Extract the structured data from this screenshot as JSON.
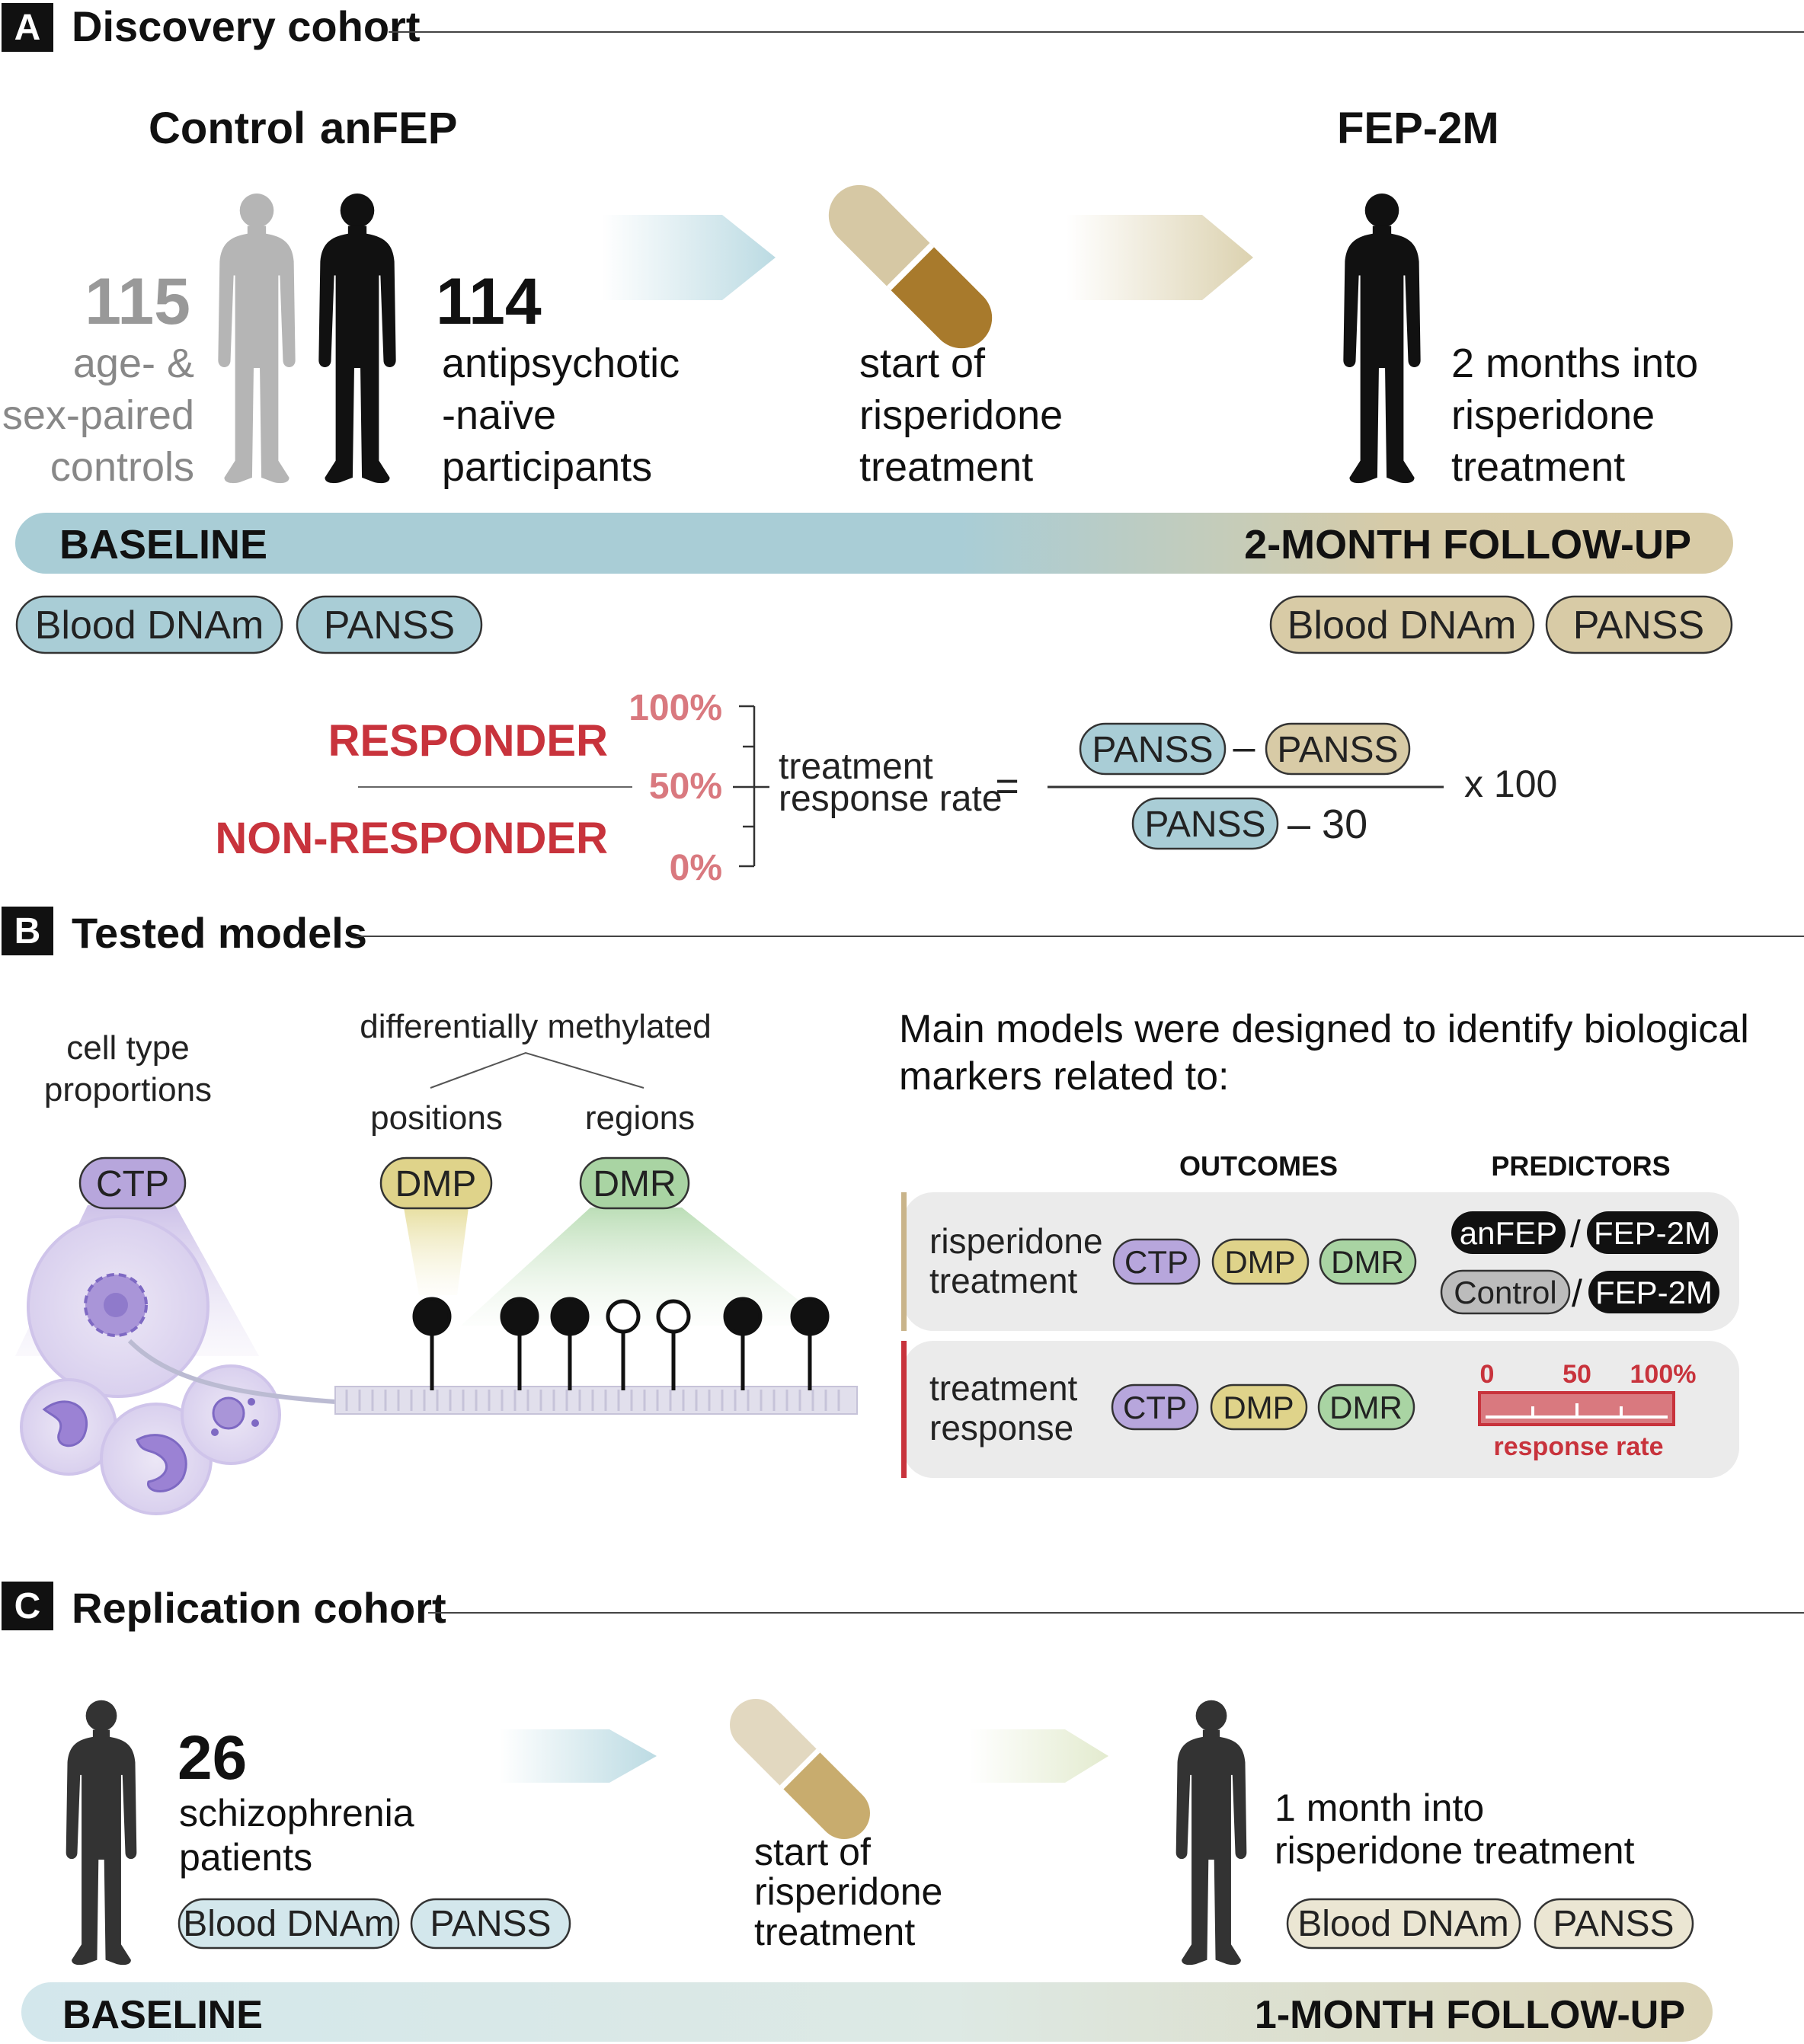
{
  "panelA": {
    "letter": "A",
    "title": "Discovery cohort",
    "group_control": "Control",
    "group_anfep": "anFEP",
    "group_fep2m": "FEP-2M",
    "control_count": "115",
    "control_desc": [
      "age- &",
      "sex-paired",
      "controls"
    ],
    "anfep_count": "114",
    "anfep_desc": [
      "antipsychotic",
      "-naïve",
      "participants"
    ],
    "start_desc": [
      "start of",
      "risperidone",
      "treatment"
    ],
    "fep2m_desc": [
      "2 months into",
      "risperidone",
      "treatment"
    ],
    "baseline_label": "BASELINE",
    "followup_label": "2-MONTH FOLLOW-UP",
    "baseline_tags": [
      "Blood DNAm",
      "PANSS"
    ],
    "followup_tags": [
      "Blood DNAm",
      "PANSS"
    ],
    "responder": "RESPONDER",
    "non_responder": "NON-RESPONDER",
    "pct_100": "100%",
    "pct_50": "50%",
    "pct_0": "0%",
    "rate_label": [
      "treatment",
      "response rate"
    ],
    "equals": "=",
    "formula": {
      "num_left": "PANSS",
      "minus": "–",
      "num_right": "PANSS",
      "den": "PANSS",
      "den_suffix": "– 30",
      "times": "x 100"
    }
  },
  "panelB": {
    "letter": "B",
    "title": "Tested models",
    "cell_type": [
      "cell type",
      "proportions"
    ],
    "diff_meth": "differentially methylated",
    "positions": "positions",
    "regions": "regions",
    "ctp": "CTP",
    "dmp": "DMP",
    "dmr": "DMR",
    "intro": [
      "Main models were designed to identify biological",
      "markers related to:"
    ],
    "outcomes_header": "OUTCOMES",
    "predictors_header": "PREDICTORS",
    "row1_label": [
      "risperidone",
      "treatment"
    ],
    "row1_outcomes": [
      "CTP",
      "DMP",
      "DMR"
    ],
    "row1_predictors": [
      [
        "anFEP",
        "FEP-2M"
      ],
      [
        "Control",
        "FEP-2M"
      ]
    ],
    "slash": "/",
    "row2_label": [
      "treatment",
      "response"
    ],
    "row2_outcomes": [
      "CTP",
      "DMP",
      "DMR"
    ],
    "scale_0": "0",
    "scale_50": "50",
    "scale_100": "100%",
    "scale_label": "response rate"
  },
  "panelC": {
    "letter": "C",
    "title": "Replication cohort",
    "count": "26",
    "desc": [
      "schizophrenia",
      "patients"
    ],
    "baseline_tags": [
      "Blood DNAm",
      "PANSS"
    ],
    "start_desc": [
      "start of",
      "risperidone",
      "treatment"
    ],
    "followup_desc": [
      "1 month into",
      "risperidone treatment"
    ],
    "followup_tags": [
      "Blood DNAm",
      "PANSS"
    ],
    "baseline_label": "BASELINE",
    "followup_label": "1-MONTH FOLLOW-UP"
  },
  "colors": {
    "blue": "#a9cdd6",
    "tan": "#d8cba6",
    "red": "#c8333c",
    "pink": "#d9797f",
    "ctp": "#b7a6dc",
    "dmp": "#dfd38a",
    "dmr": "#a9d4a3"
  }
}
